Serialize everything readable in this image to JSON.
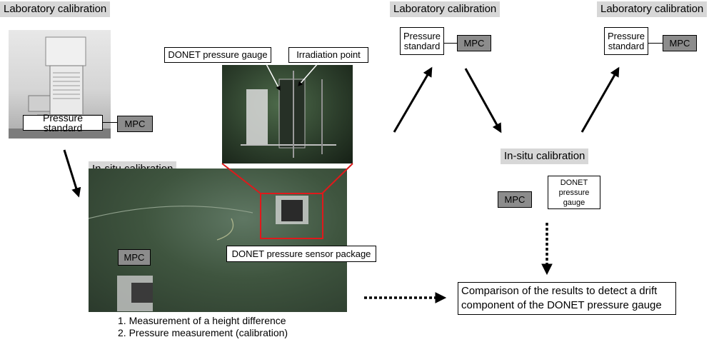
{
  "left": {
    "lab_header": "Laboratory calibration",
    "pressure_standard": "Pressure standard",
    "mpc": "MPC"
  },
  "insitu": {
    "header": "In-situ calibration",
    "mpc": "MPC",
    "sensor_package": "DONET pressure sensor package",
    "steps": [
      "1. Measurement of a height difference",
      "2. Pressure measurement (calibration)"
    ]
  },
  "inset": {
    "gauge_label": "DONET pressure gauge",
    "irradiation_label": "Irradiation point"
  },
  "right": {
    "lab_header_1": "Laboratory calibration",
    "lab_header_2": "Laboratory calibration",
    "pressure_standard_1": "Pressure\nstandard",
    "pressure_standard_2": "Pressure\nstandard",
    "mpc_1": "MPC",
    "mpc_2": "MPC",
    "insitu_header": "In-situ calibration",
    "mpc_3": "MPC",
    "donet_gauge": "DONET\npressure\ngauge",
    "comparison": "Comparison of the results to detect a drift\ncomponent of the DONET pressure gauge"
  },
  "colors": {
    "highlight": "#e0191b",
    "header_bg": "#d7d7d7",
    "mpc_bg": "#8c8c8c"
  }
}
